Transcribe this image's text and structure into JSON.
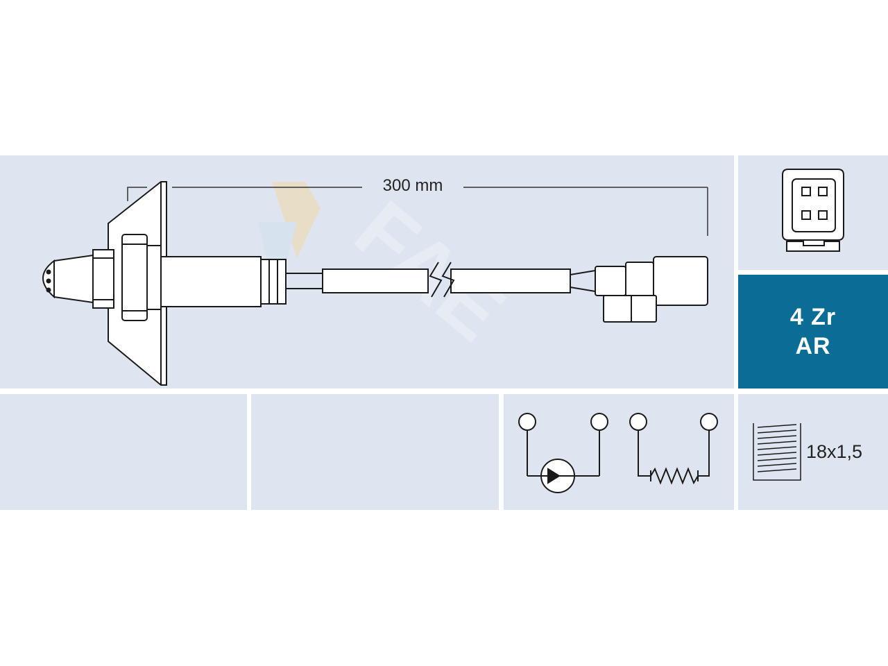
{
  "diagram": {
    "cable_length": "300 mm",
    "technology": {
      "line1": "4 Zr",
      "line2": "AR"
    },
    "thread_size": "18x1,5",
    "icons": {
      "connector": "connector-4pin-icon",
      "heater": "heater-resistor-icon",
      "sensor_signal": "sensor-signal-icon",
      "thread": "thread-icon",
      "watermark": "fae-logo-watermark"
    },
    "colors": {
      "panel": "#dfe5f0",
      "technology_panel": "#0b6d96",
      "line": "#1a1a1a"
    }
  }
}
